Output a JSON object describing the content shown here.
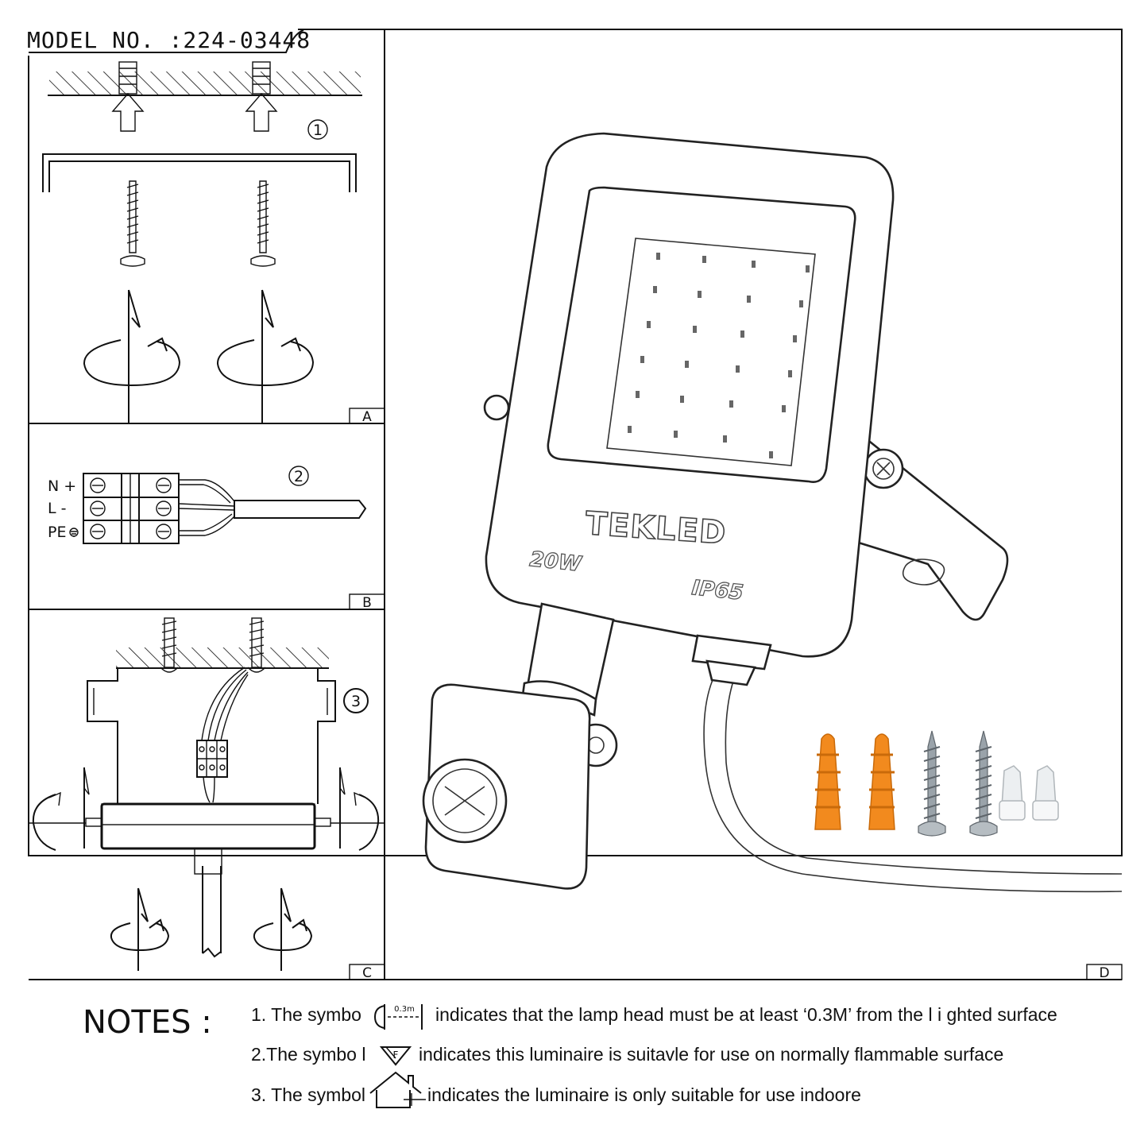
{
  "header": {
    "model": "MODEL NO. :224-03448"
  },
  "panels": {
    "a": {
      "letter": "A",
      "step": "1"
    },
    "b": {
      "letter": "B",
      "step": "2",
      "terminals": [
        "N +",
        "L -",
        "PE"
      ]
    },
    "c": {
      "letter": "C",
      "step": "3"
    },
    "d": {
      "letter": "D",
      "brand": "TEKLED",
      "wattage": "20W",
      "rating": "IP65",
      "accessories": {
        "anchor_color": "#f28a1e",
        "screw_color": "#9aa3aa",
        "connector_color": "#eceff1"
      }
    }
  },
  "notes": {
    "title": "NOTES :",
    "symbol_distance_label": "0.3m",
    "symbol_flammable_label": "F",
    "item1_prefix": "1. The symbo",
    "item1_suffix": "indicates that the lamp head must be at least ‘0.3M’ from the l i ghted surface",
    "item2_prefix": "2.The symbo l",
    "item2_suffix": "indicates this luminaire is suitavle for use on normally flammable surface",
    "item3_prefix": "3. The symbol",
    "item3_suffix": "indicates the luminaire is only suitable for use indoore"
  }
}
